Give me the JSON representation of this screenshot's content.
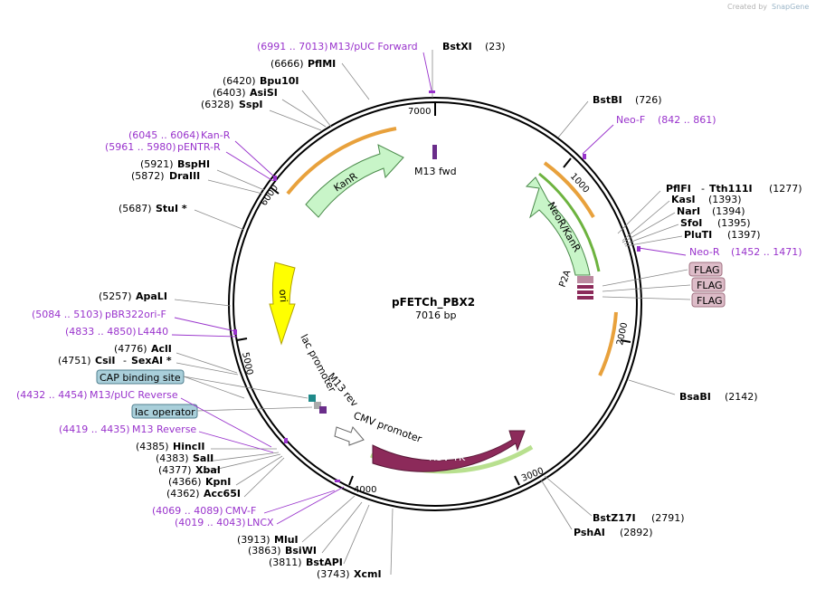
{
  "credit": {
    "created_by": "Created by",
    "brand": "SnapGene"
  },
  "plasmid": {
    "name": "pFETCh_PBX2",
    "size": "7016 bp"
  },
  "ticks": {
    "t7000": "7000",
    "t1000": "1000",
    "t2000": "2000",
    "t3000": "3000",
    "t4000": "4000",
    "t5000": "5000",
    "t6000": "6000"
  },
  "features": {
    "kanr": "KanR",
    "neor": "NeoR/KanR",
    "ori": "ori",
    "hsvtk": "HSV TK",
    "cmv": "CMV promoter",
    "lac": "lac promoter",
    "m13rev": "M13 rev",
    "m13fwd": "M13 fwd",
    "p2a": "P2A"
  },
  "boxes": {
    "flag1": "FLAG",
    "flag2": "FLAG",
    "flag3": "FLAG",
    "cap": "CAP binding site",
    "lacop": "lac operator"
  },
  "sites": {
    "bstxi": {
      "name": "BstXI",
      "pos": "(23)"
    },
    "pfimi": {
      "name": "PflMI",
      "pos": "(6666)"
    },
    "bpu10i": {
      "name": "Bpu10I",
      "pos": "(6420)"
    },
    "asisi": {
      "name": "AsiSI",
      "pos": "(6403)"
    },
    "sspi": {
      "name": "SspI",
      "pos": "(6328)"
    },
    "bsphi": {
      "name": "BspHI",
      "pos": "(5921)"
    },
    "draiii": {
      "name": "DraIII",
      "pos": "(5872)"
    },
    "stui": {
      "name": "StuI *",
      "pos": "(5687)"
    },
    "apali": {
      "name": "ApaLI",
      "pos": "(5257)"
    },
    "acli": {
      "name": "AclI",
      "pos": "(4776)"
    },
    "csii": {
      "name": "CsiI",
      "sep": "-",
      "name2": "SexAI *",
      "pos": "(4751)"
    },
    "hincii": {
      "name": "HincII",
      "pos": "(4385)"
    },
    "sali": {
      "name": "SalI",
      "pos": "(4383)"
    },
    "xbai": {
      "name": "XbaI",
      "pos": "(4377)"
    },
    "kpni": {
      "name": "KpnI",
      "pos": "(4366)"
    },
    "acc65i": {
      "name": "Acc65I",
      "pos": "(4362)"
    },
    "mlui": {
      "name": "MluI",
      "pos": "(3913)"
    },
    "bsiwi": {
      "name": "BsiWI",
      "pos": "(3863)"
    },
    "bstapi": {
      "name": "BstAPI",
      "pos": "(3811)"
    },
    "xcmi": {
      "name": "XcmI",
      "pos": "(3743)"
    },
    "bstbi": {
      "name": "BstBI",
      "pos": "(726)"
    },
    "pflfi": {
      "name": "PflFI",
      "sep": "-",
      "name2": "Tth111I",
      "pos": "(1277)"
    },
    "kasi": {
      "name": "KasI",
      "pos": "(1393)"
    },
    "nari": {
      "name": "NarI",
      "pos": "(1394)"
    },
    "sfoi": {
      "name": "SfoI",
      "pos": "(1395)"
    },
    "pluti": {
      "name": "PluTI",
      "pos": "(1397)"
    },
    "bsabi": {
      "name": "BsaBI",
      "pos": "(2142)"
    },
    "bstz17i": {
      "name": "BstZ17I",
      "pos": "(2791)"
    },
    "pshai": {
      "name": "PshAI",
      "pos": "(2892)"
    }
  },
  "primers": {
    "m13puc_fwd": {
      "range": "(6991 .. 7013)",
      "name": "M13/pUC Forward"
    },
    "kanr_primer": {
      "range": "(6045 .. 6064)",
      "name": "Kan-R"
    },
    "pentr_r": {
      "range": "(5961 .. 5980)",
      "name": "pENTR-R"
    },
    "pbr322ori": {
      "range": "(5084 .. 5103)",
      "name": "pBR322ori-F"
    },
    "l4440": {
      "range": "(4833 .. 4850)",
      "name": "L4440"
    },
    "m13puc_rev": {
      "range": "(4432 .. 4454)",
      "name": "M13/pUC Reverse"
    },
    "m13_rev": {
      "range": "(4419 .. 4435)",
      "name": "M13 Reverse"
    },
    "cmv_f": {
      "range": "(4069 .. 4089)",
      "name": "CMV-F"
    },
    "lncx": {
      "range": "(4019 .. 4043)",
      "name": "LNCX"
    },
    "neo_f": {
      "name": "Neo-F",
      "range": "(842 .. 861)"
    },
    "neo_r": {
      "name": "Neo-R",
      "range": "(1452 .. 1471)"
    }
  },
  "colors": {
    "primer": "#9933cc",
    "kanr": "#c8f5c8",
    "ori": "#ffff00",
    "hsvtk": "#8c2a5a",
    "flag": "#ddbcc8",
    "cap": "#a9cfda",
    "orange": "#e8a13c",
    "green": "#6db33f"
  }
}
